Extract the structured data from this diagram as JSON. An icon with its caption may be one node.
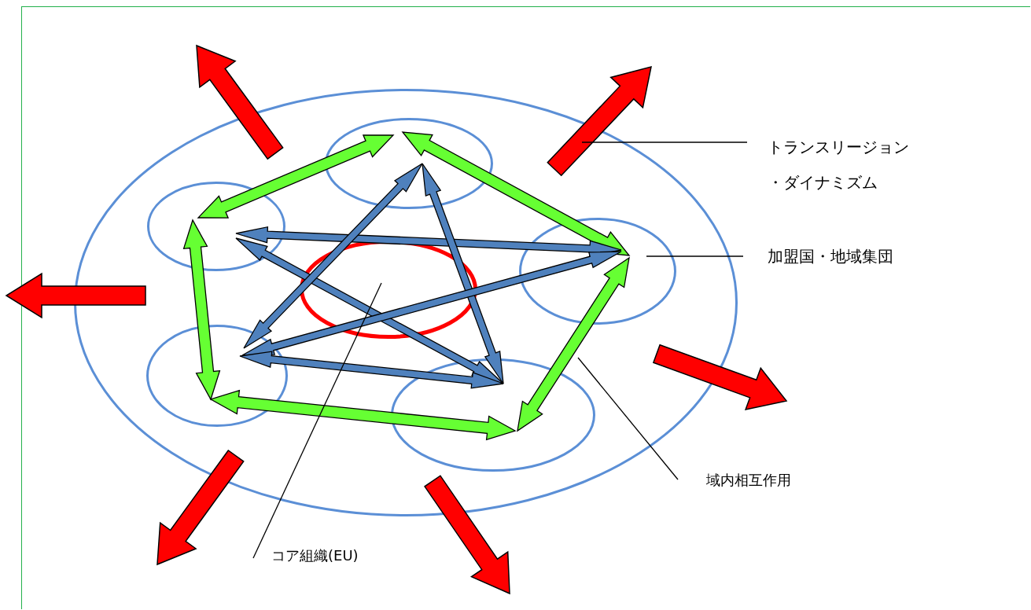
{
  "diagram": {
    "nodes": [
      {
        "text": [],
        "shape": "circle"
      },
      {
        "text": [],
        "shape": "circle",
        "in": 0
      },
      {
        "text": [],
        "shape": "circle",
        "in": 0
      },
      {
        "text": [],
        "shape": "circle",
        "in": 0
      },
      {
        "text": [],
        "shape": "circle",
        "in": 0
      },
      {
        "text": [],
        "shape": "circle",
        "in": 0
      },
      {
        "text": [],
        "shape": "circle",
        "in": 0
      },
      {
        "text": [
          "トランスリージョン・ダイナミズム"
        ]
      },
      {
        "text": [
          "加盟国・地域集団"
        ]
      },
      {
        "text": [
          "域内相互作用"
        ]
      },
      {
        "text": [
          "コア組織(EU)"
        ]
      }
    ],
    "edges": [
      {
        "from": 1,
        "to": 2,
        "arrow": "both",
        "style": "thick",
        "color": "#66ff33"
      },
      {
        "from": 1,
        "to": 3,
        "arrow": "both",
        "style": "thick",
        "color": "#66ff33"
      },
      {
        "from": 2,
        "to": 4,
        "arrow": "both",
        "style": "thick",
        "color": "#66ff33"
      },
      {
        "from": 3,
        "to": 5,
        "arrow": "both",
        "style": "thick",
        "color": "#66ff33"
      },
      {
        "from": 4,
        "to": 5,
        "arrow": "both",
        "style": "thick",
        "color": "#66ff33"
      },
      {
        "from": 2,
        "to": 3,
        "arrow": "both",
        "style": "thick",
        "color": "#4f81bd"
      },
      {
        "from": 2,
        "to": 5,
        "arrow": "both",
        "style": "thick",
        "color": "#4f81bd"
      },
      {
        "from": 1,
        "to": 4,
        "arrow": "both",
        "style": "thick",
        "color": "#4f81bd"
      },
      {
        "from": 1,
        "to": 5,
        "arrow": "both",
        "style": "thick",
        "color": "#4f81bd"
      },
      {
        "from": 4,
        "to": 3,
        "arrow": "both",
        "style": "thick",
        "color": "#4f81bd"
      },
      {
        "from": 4,
        "to": 5,
        "arrow": "both",
        "style": "thick",
        "color": "#4f81bd"
      },
      {
        "from": 7,
        "to": null,
        "arrow": "none",
        "color": "#000000"
      },
      {
        "from": 8,
        "to": 3,
        "arrow": "none",
        "color": "#000000"
      },
      {
        "from": 9,
        "to": null,
        "arrow": "none",
        "color": "#000000"
      },
      {
        "from": 10,
        "to": 6,
        "arrow": "none",
        "color": "#000000"
      }
    ]
  }
}
